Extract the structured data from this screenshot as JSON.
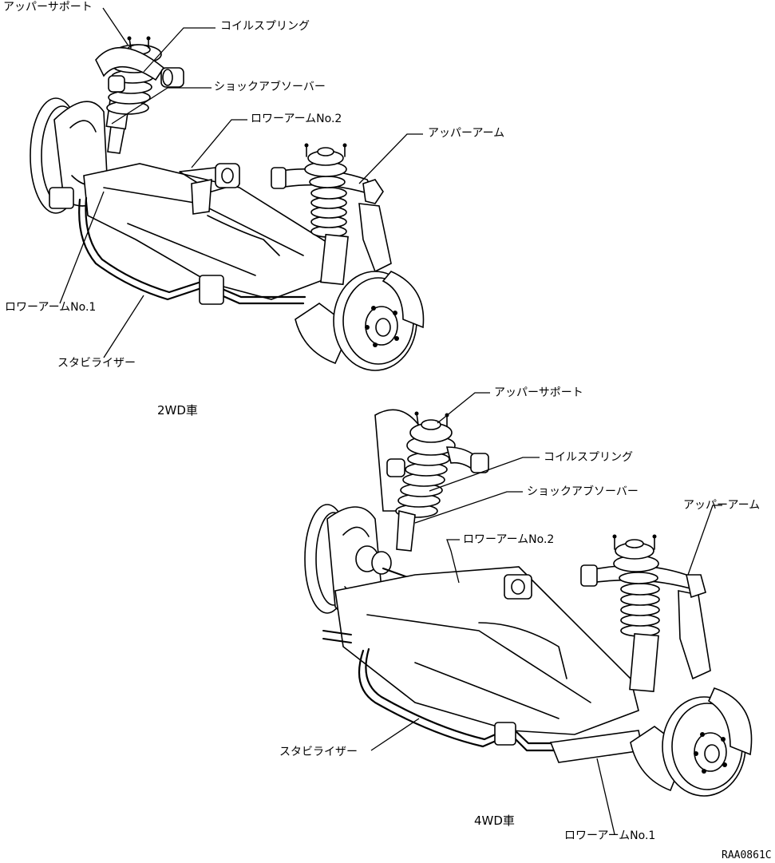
{
  "top_diagram": {
    "caption": "2WD車",
    "labels": {
      "upper_support": "アッパーサポート",
      "coil_spring": "コイルスプリング",
      "shock_absorber": "ショックアブソーバー",
      "lower_arm_no2": "ロワーアームNo.2",
      "upper_arm": "アッパーアーム",
      "lower_arm_no1": "ロワーアームNo.1",
      "stabilizer": "スタビライザー"
    }
  },
  "bottom_diagram": {
    "caption": "4WD車",
    "labels": {
      "upper_support": "アッパーサポート",
      "coil_spring": "コイルスプリング",
      "shock_absorber": "ショックアブソーバー",
      "upper_arm": "アッパーアーム",
      "lower_arm_no2": "ロワーアームNo.2",
      "stabilizer": "スタビライザー",
      "lower_arm_no1": "ロワーアームNo.1"
    }
  },
  "figure_code": "RAA0861C"
}
